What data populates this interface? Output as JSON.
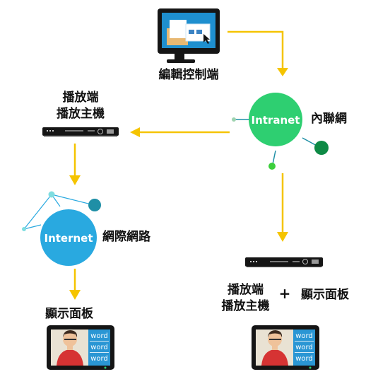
{
  "editor": {
    "label": "編輯控制端"
  },
  "player_top": {
    "line1": "播放端",
    "line2": "播放主機"
  },
  "intranet": {
    "circle_label": "Intranet",
    "side_label": "內聯網"
  },
  "internet": {
    "circle_label": "Internet",
    "side_label": "網際網路"
  },
  "display_left": {
    "label": "顯示面板",
    "words": [
      "word",
      "word",
      "word"
    ]
  },
  "player_bottom": {
    "line1": "播放端",
    "line2": "播放主機"
  },
  "plus": "+",
  "display_right": {
    "label": "顯示面板",
    "words": [
      "word",
      "word",
      "word"
    ]
  },
  "colors": {
    "arrow": "#f5c400",
    "intranet": "#2ecf71",
    "internet": "#29a9e0",
    "node_dark_green": "#0e8a45",
    "node_teal": "#1f8fa6",
    "panel_blue": "#2a96d4",
    "device_black": "#151515"
  },
  "icons": [
    "monitor-icon",
    "media-player-icon",
    "display-panel-icon"
  ]
}
